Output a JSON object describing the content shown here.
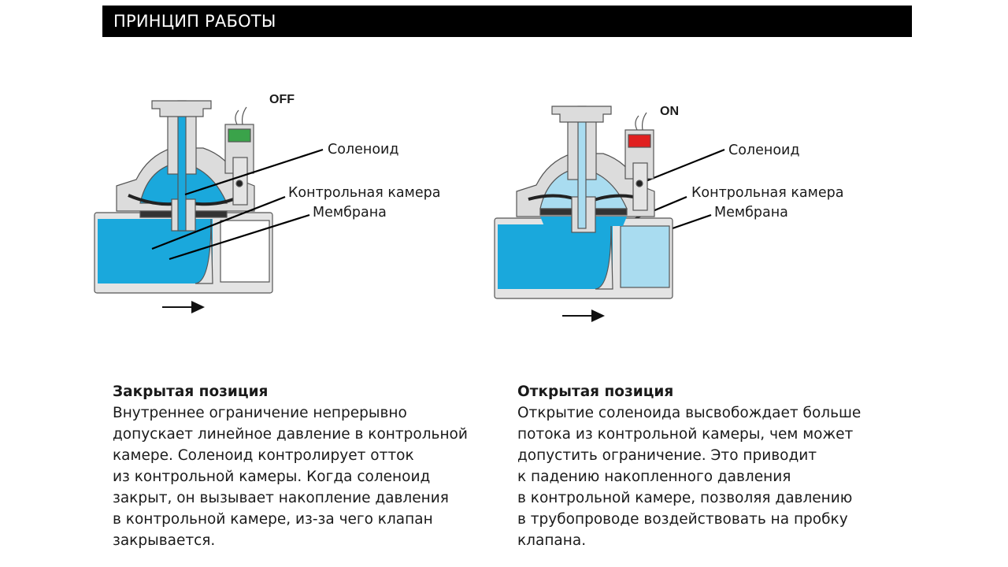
{
  "header": {
    "title": "ПРИНЦИП РАБОТЫ"
  },
  "colors": {
    "water": "#1aa8dc",
    "water_light": "#a9dcf0",
    "body": "#dcdcdc",
    "solenoid_off": "#3aa34a",
    "solenoid_on": "#e02020"
  },
  "diagrams": [
    {
      "state": "OFF",
      "labels": {
        "solenoid": "Соленоид",
        "control_chamber": "Контрольная камера",
        "membrane": "Мембрана"
      }
    },
    {
      "state": "ON",
      "labels": {
        "solenoid": "Соленоид",
        "control_chamber": "Контрольная камера",
        "membrane": "Мембрана"
      }
    }
  ],
  "closed": {
    "title": "Закрытая позиция",
    "lines": [
      "Внутреннее ограничение непрерывно",
      "допускает линейное давление в контрольной",
      "камере. Соленоид контролирует отток",
      "из контрольной камеры. Когда соленоид",
      "закрыт, он вызывает накопление давления",
      "в контрольной камере, из-за чего клапан",
      "закрывается."
    ]
  },
  "open": {
    "title": "Открытая позиция",
    "lines": [
      "Открытие соленоида высвобождает больше",
      "потока из контрольной камеры, чем может",
      "допустить ограничение. Это приводит",
      "к падению накопленного давления",
      "в контрольной камере, позволяя давлению",
      "в трубопроводе воздействовать на пробку",
      "клапана."
    ]
  }
}
